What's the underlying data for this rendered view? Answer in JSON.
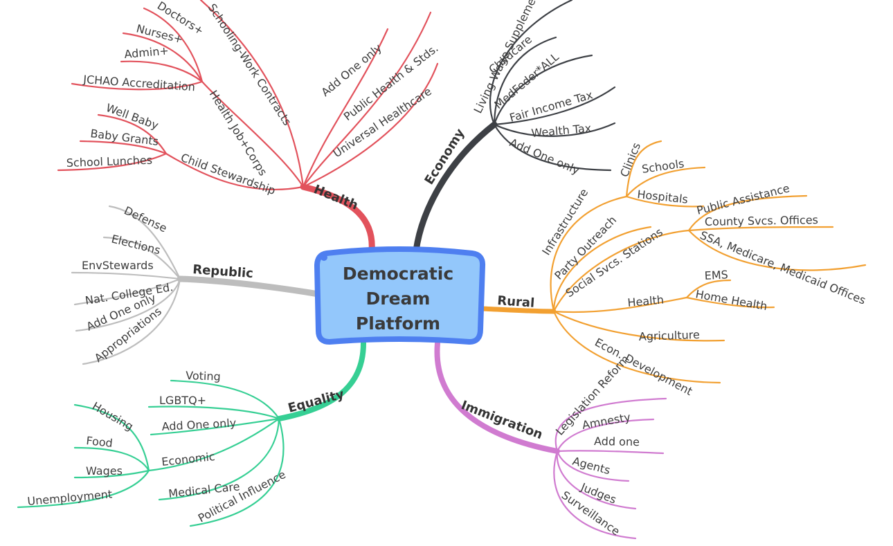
{
  "center": {
    "line1": "Democratic",
    "line2": "Dream",
    "line3": "Platform"
  },
  "colors": {
    "health": "#e2525c",
    "economy": "#3d4045",
    "rural": "#f2a031",
    "republic": "#bdbdbd",
    "equality": "#36cf94",
    "immigration": "#d07bd0",
    "center_fill": "#93c7fb",
    "center_border": "#4e7ff0"
  },
  "branches": {
    "health": {
      "label": "Health",
      "sub": {
        "health_job_corps": {
          "label": "Health Job+Corps",
          "leaves": [
            "Doctors+",
            "Nurses+",
            "Admin+",
            "JCHAO Accreditation"
          ]
        },
        "child_stewardship": {
          "label": "Child Stewardship",
          "leaves": [
            "Well Baby",
            "Baby Grants",
            "School Lunches"
          ]
        }
      },
      "leaves": [
        "Schooling-Work Contracts",
        "Add One only",
        "Public Health & Stds.",
        "Universal Healthcare"
      ]
    },
    "economy": {
      "label": "Economy",
      "leaves": [
        "Living Wage Supplement",
        "Childcare",
        "MedFeder*ALL",
        "Fair Income Tax",
        "Wealth Tax",
        "Add One only"
      ]
    },
    "rural": {
      "label": "Rural",
      "sub": {
        "infrastructure": {
          "label": "Infrastructure",
          "leaves": [
            "Clinics",
            "Schools",
            "Hospitals"
          ]
        },
        "social_svcs": {
          "label": "Social Svcs. Stations",
          "leaves": [
            "Public Assistance",
            "County Svcs. Offices",
            "SSA, Medicare, Medicaid Offices"
          ]
        },
        "health": {
          "label": "Health",
          "leaves": [
            "EMS",
            "Home Health"
          ]
        }
      },
      "leaves": [
        "Party Outreach",
        "Agriculture",
        "Econ. Development"
      ]
    },
    "republic": {
      "label": "Republic",
      "leaves": [
        "Defense",
        "Elections",
        "EnvStewards",
        "Nat. College Ed.",
        "Add One only",
        "Appropriations"
      ]
    },
    "equality": {
      "label": "Equality",
      "sub": {
        "economic": {
          "label": "Economic",
          "leaves": [
            "Housing",
            "Food",
            "Wages",
            "Unemployment"
          ]
        }
      },
      "leaves": [
        "Voting",
        "LGBTQ+",
        "Add One only",
        "Medical Care",
        "Political Influence"
      ]
    },
    "immigration": {
      "label": "Immigration",
      "leaves": [
        "Legislation Reform",
        "Amnesty",
        "Add one",
        "Agents",
        "Judges",
        "Surveillance"
      ]
    }
  }
}
